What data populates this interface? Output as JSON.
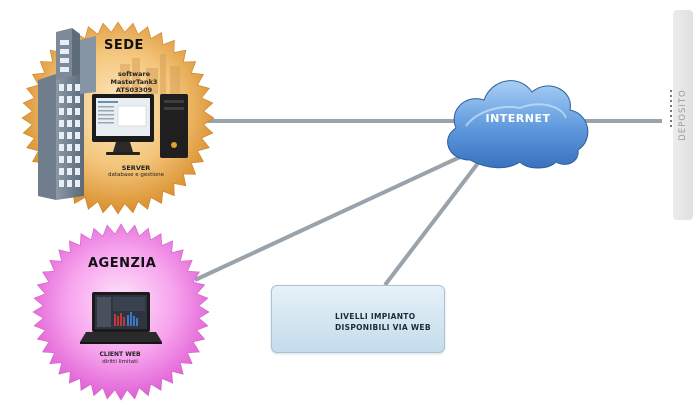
{
  "sede": {
    "title": "SEDE",
    "software_lines": "software\nMasterTank3\nATS03309",
    "server_title": "SERVER",
    "server_sub": "database e gestione"
  },
  "agenzia": {
    "title": "AGENZIA",
    "client_title": "CLIENT WEB",
    "client_sub": "diritti limitati"
  },
  "internet": {
    "label": "INTERNET"
  },
  "deposito": {
    "label": "DEPOSITO"
  },
  "web_box": {
    "line1": "LIVELLI IMPIANTO",
    "line2": "DISPONIBILI VIA WEB"
  },
  "colors": {
    "connector": "#9aa3ab",
    "sede_badge": "#e8a84a",
    "agenzia_badge": "#f07ae0",
    "cloud": "#4a86d0"
  },
  "icons": [
    "building-icon",
    "monitor-icon",
    "server-tower-icon",
    "laptop-icon",
    "cloud-icon",
    "smartphone-icon"
  ]
}
